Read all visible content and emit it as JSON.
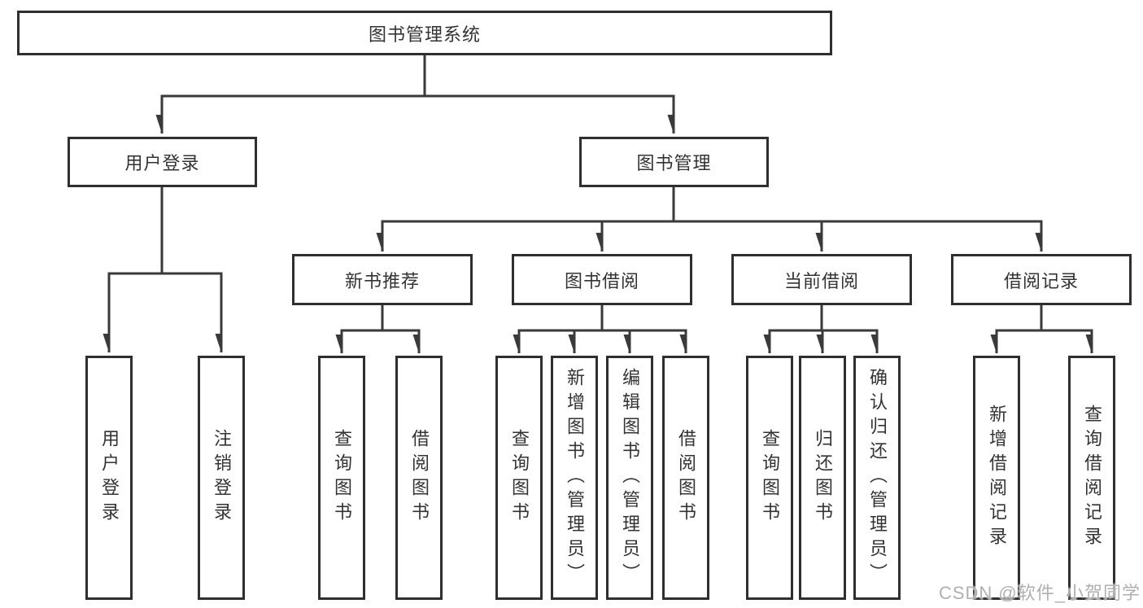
{
  "diagram": {
    "root_label": "图书管理系统",
    "branches": [
      {
        "label": "用户登录",
        "children": [
          {
            "label": "用户登录"
          },
          {
            "label": "注销登录"
          }
        ]
      },
      {
        "label": "图书管理",
        "sections": [
          {
            "label": "新书推荐",
            "children": [
              {
                "label": "查询图书"
              },
              {
                "label": "借阅图书"
              }
            ]
          },
          {
            "label": "图书借阅",
            "children": [
              {
                "label": "查询图书"
              },
              {
                "label": "新增图书（管理员）"
              },
              {
                "label": "编辑图书（管理员）"
              },
              {
                "label": "借阅图书"
              }
            ]
          },
          {
            "label": "当前借阅",
            "children": [
              {
                "label": "查询图书"
              },
              {
                "label": "归还图书"
              },
              {
                "label": "确认归还（管理员）"
              }
            ]
          },
          {
            "label": "借阅记录",
            "children": [
              {
                "label": "新增借阅记录"
              },
              {
                "label": "查询借阅记录"
              }
            ]
          }
        ]
      }
    ]
  },
  "watermark": {
    "text": "CSDN @软件_小贺同学"
  },
  "colors": {
    "line": "#3a3a3a",
    "box_border": "#2f2f2f",
    "text": "#333333",
    "watermark": "#b0b0b0",
    "background": "#ffffff"
  }
}
